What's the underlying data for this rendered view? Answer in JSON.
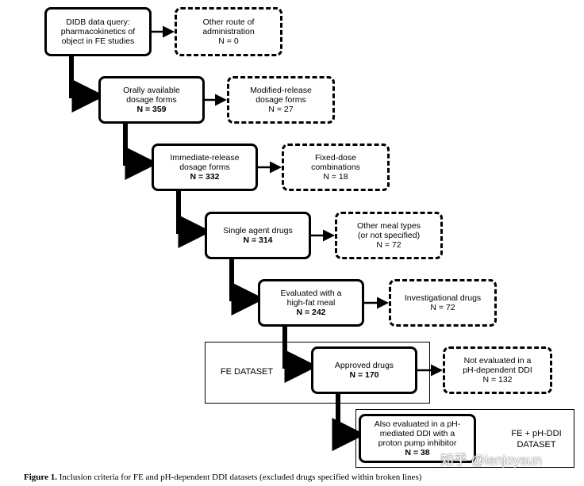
{
  "diagram": {
    "main_steps": [
      {
        "lines": [
          "DIDB data query:",
          "pharmacokinetics of",
          "object in FE studies"
        ],
        "count": ""
      },
      {
        "lines": [
          "Orally available",
          "dosage forms"
        ],
        "count": "N = 359"
      },
      {
        "lines": [
          "Immediate-release",
          "dosage forms"
        ],
        "count": "N = 332"
      },
      {
        "lines": [
          "Single agent drugs"
        ],
        "count": "N = 314"
      },
      {
        "lines": [
          "Evaluated with a",
          "high-fat meal"
        ],
        "count": "N = 242"
      },
      {
        "lines": [
          "Approved drugs"
        ],
        "count": "N = 170"
      },
      {
        "lines": [
          "Also evaluated in a pH-",
          "mediated DDI with a",
          "proton pump inhibitor"
        ],
        "count": "N = 38"
      }
    ],
    "excluded": [
      {
        "lines": [
          "Other route of",
          "administration",
          "N = 0"
        ]
      },
      {
        "lines": [
          "Modified-release",
          "dosage forms",
          "N = 27"
        ]
      },
      {
        "lines": [
          "Fixed-dose",
          "combinations",
          "N = 18"
        ]
      },
      {
        "lines": [
          "Other meal types",
          "(or not specified)",
          "N = 72"
        ]
      },
      {
        "lines": [
          "Investigational drugs",
          "N = 72"
        ]
      },
      {
        "lines": [
          "Not evaluated in a",
          "pH-dependent DDI",
          "N = 132"
        ]
      }
    ],
    "fe_dataset_label": "FE DATASET",
    "fe_ph_dataset_label_1": "FE + pH-DDI",
    "fe_ph_dataset_label_2": "DATASET"
  },
  "caption": {
    "prefix": "Figure 1.",
    "text": "Inclusion criteria for FE and pH-dependent DDI datasets (excluded drugs specified within broken lines)"
  },
  "watermark": "知乎 @ienjoysun"
}
